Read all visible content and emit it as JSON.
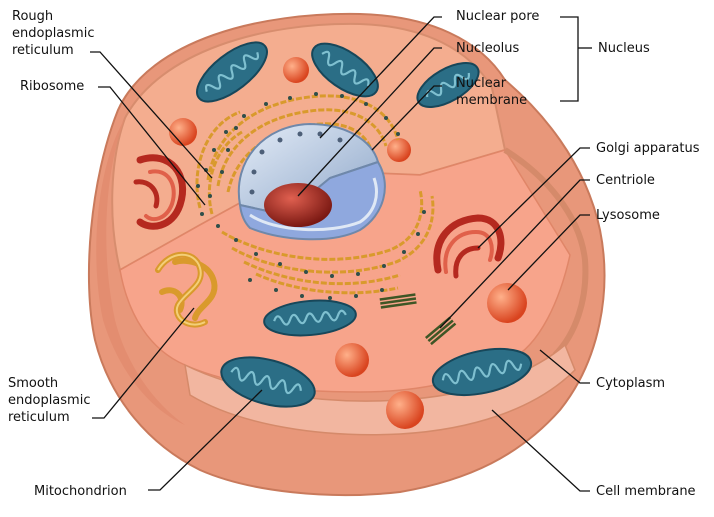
{
  "labels": {
    "rough_er": [
      "Rough",
      "endoplasmic",
      "reticulum"
    ],
    "ribosome": "Ribosome",
    "nuclear_pore": "Nuclear pore",
    "nucleolus": "Nucleolus",
    "nuclear_membrane": [
      "Nuclear",
      "membrane"
    ],
    "nucleus": "Nucleus",
    "golgi": "Golgi apparatus",
    "centriole": "Centriole",
    "lysosome": "Lysosome",
    "cytoplasm": "Cytoplasm",
    "smooth_er": [
      "Smooth",
      "endoplasmic",
      "reticulum"
    ],
    "mitochondrion": "Mitochondrion",
    "cell_membrane": "Cell membrane"
  },
  "colors": {
    "cell_outer": "#f2a481",
    "cell_inner": "#f7b8a0",
    "cytoplasm": "#f5a890",
    "cut_face": "#f0957e",
    "membrane_rim": "#d98a6c",
    "mitochondrion": "#2b6e86",
    "mitochondrion_cristae": "#7fc0d0",
    "lysosome": "#e8502a",
    "rough_er": "#e0a93c",
    "ribosome_dot": "#2f4f4a",
    "nucleus_shell": "#b9cde8",
    "nucleus_inner": "#8fa8de",
    "nucleolus": "#a8241d",
    "golgi": "#c8352a",
    "smooth_er": "#e0a93c",
    "centriole": "#4f6a30"
  }
}
